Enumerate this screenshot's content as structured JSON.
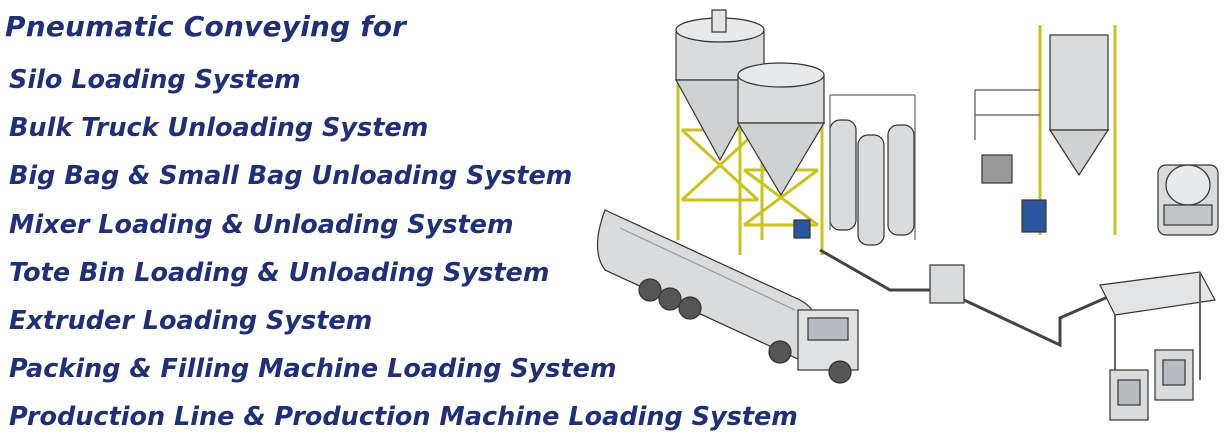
{
  "title": "Pneumatic Conveying for",
  "systems": [
    "Silo Loading System",
    "Bulk Truck Unloading System",
    "Big Bag & Small Bag Unloading System",
    "Mixer Loading & Unloading System",
    "Tote Bin Loading & Unloading System",
    "Extruder Loading System",
    "Packing & Filling Machine Loading System",
    "Production Line & Production Machine Loading System"
  ],
  "colors": {
    "text": "#1f2f78",
    "frame": "#d8d22a",
    "vessel": "#d9dbdd",
    "outline": "#333333",
    "accent": "#2c55a0"
  }
}
